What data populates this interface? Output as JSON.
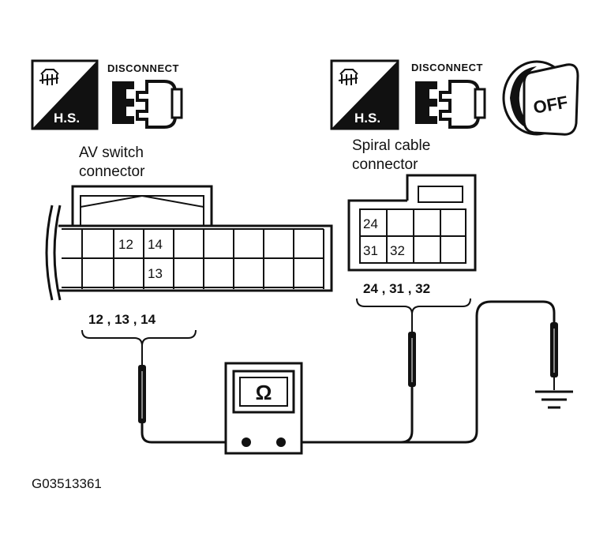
{
  "left": {
    "hs_label": "H.S.",
    "disconnect_label": "DISCONNECT",
    "caption_line1": "AV switch",
    "caption_line2": "connector",
    "pin_12": "12",
    "pin_13": "13",
    "pin_14": "14",
    "group_label": "12 , 13 , 14"
  },
  "right": {
    "hs_label": "H.S.",
    "disconnect_label": "DISCONNECT",
    "ignition_label": "OFF",
    "caption_line1": "Spiral cable",
    "caption_line2": "connector",
    "pin_24": "24",
    "pin_31": "31",
    "pin_32": "32",
    "group_label": "24 , 31 , 32"
  },
  "meter": {
    "symbol": "Ω"
  },
  "figure_id": "G03513361",
  "icons": [
    "hand-seat-icon",
    "disconnect-connector-icon",
    "ignition-key-off-icon",
    "ohmmeter-icon",
    "ground-symbol-icon",
    "test-probe-icon"
  ]
}
